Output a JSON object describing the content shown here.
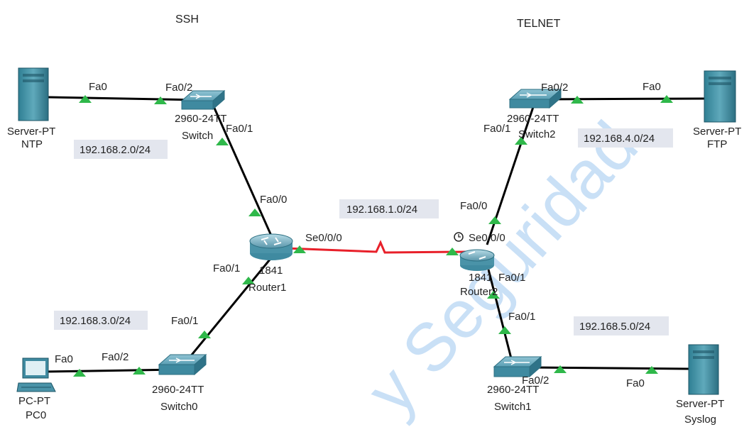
{
  "headers": {
    "left": "SSH",
    "right": "TELNET"
  },
  "networks": {
    "n2": "192.168.2.0/24",
    "n1": "192.168.1.0/24",
    "n4": "192.168.4.0/24",
    "n3": "192.168.3.0/24",
    "n5": "192.168.5.0/24"
  },
  "devices": {
    "server_ntp": {
      "type": "Server-PT",
      "name": "NTP"
    },
    "switch_left": {
      "type": "2960-24TT",
      "name": "Switch"
    },
    "router1": {
      "type": "1841",
      "name": "Router1"
    },
    "switch0": {
      "type": "2960-24TT",
      "name": "Switch0"
    },
    "pc0": {
      "type": "PC-PT",
      "name": "PC0"
    },
    "switch2": {
      "type": "2960-24TT",
      "name": "Switch2"
    },
    "server_ftp": {
      "type": "Server-PT",
      "name": "FTP"
    },
    "router2": {
      "type": "1841",
      "name": "Router2"
    },
    "switch1": {
      "type": "2960-24TT",
      "name": "Switch1"
    },
    "server_syslog": {
      "type": "Server-PT",
      "name": "Syslog"
    }
  },
  "ports": {
    "ntp_fa0": "Fa0",
    "sw_left_fa0_2": "Fa0/2",
    "sw_left_fa0_1": "Fa0/1",
    "r1_fa0_0": "Fa0/0",
    "r1_se": "Se0/0/0",
    "r1_fa0_1": "Fa0/1",
    "sw0_fa0_1": "Fa0/1",
    "sw0_fa0_2": "Fa0/2",
    "pc0_fa0": "Fa0",
    "sw2_fa0_2": "Fa0/2",
    "ftp_fa0": "Fa0",
    "sw2_fa0_1": "Fa0/1",
    "r2_fa0_0": "Fa0/0",
    "r2_se": "Se0/0/0",
    "r2_fa0_1": "Fa0/1",
    "sw1_fa0_1": "Fa0/1",
    "sw1_fa0_2": "Fa0/2",
    "syslog_fa0": "Fa0"
  },
  "watermark": "y Seguridad",
  "colors": {
    "link": "#000000",
    "serial_link": "#e8202a",
    "port_up": "#2fb84a",
    "net_label_bg": "#e3e6ee",
    "watermark": "#9ec7f0"
  },
  "icons": {
    "server": "server-icon",
    "switch": "switch-icon",
    "router": "router-icon",
    "pc": "pc-icon",
    "clock": "clock-icon",
    "port": "port-status-triangle-icon"
  }
}
